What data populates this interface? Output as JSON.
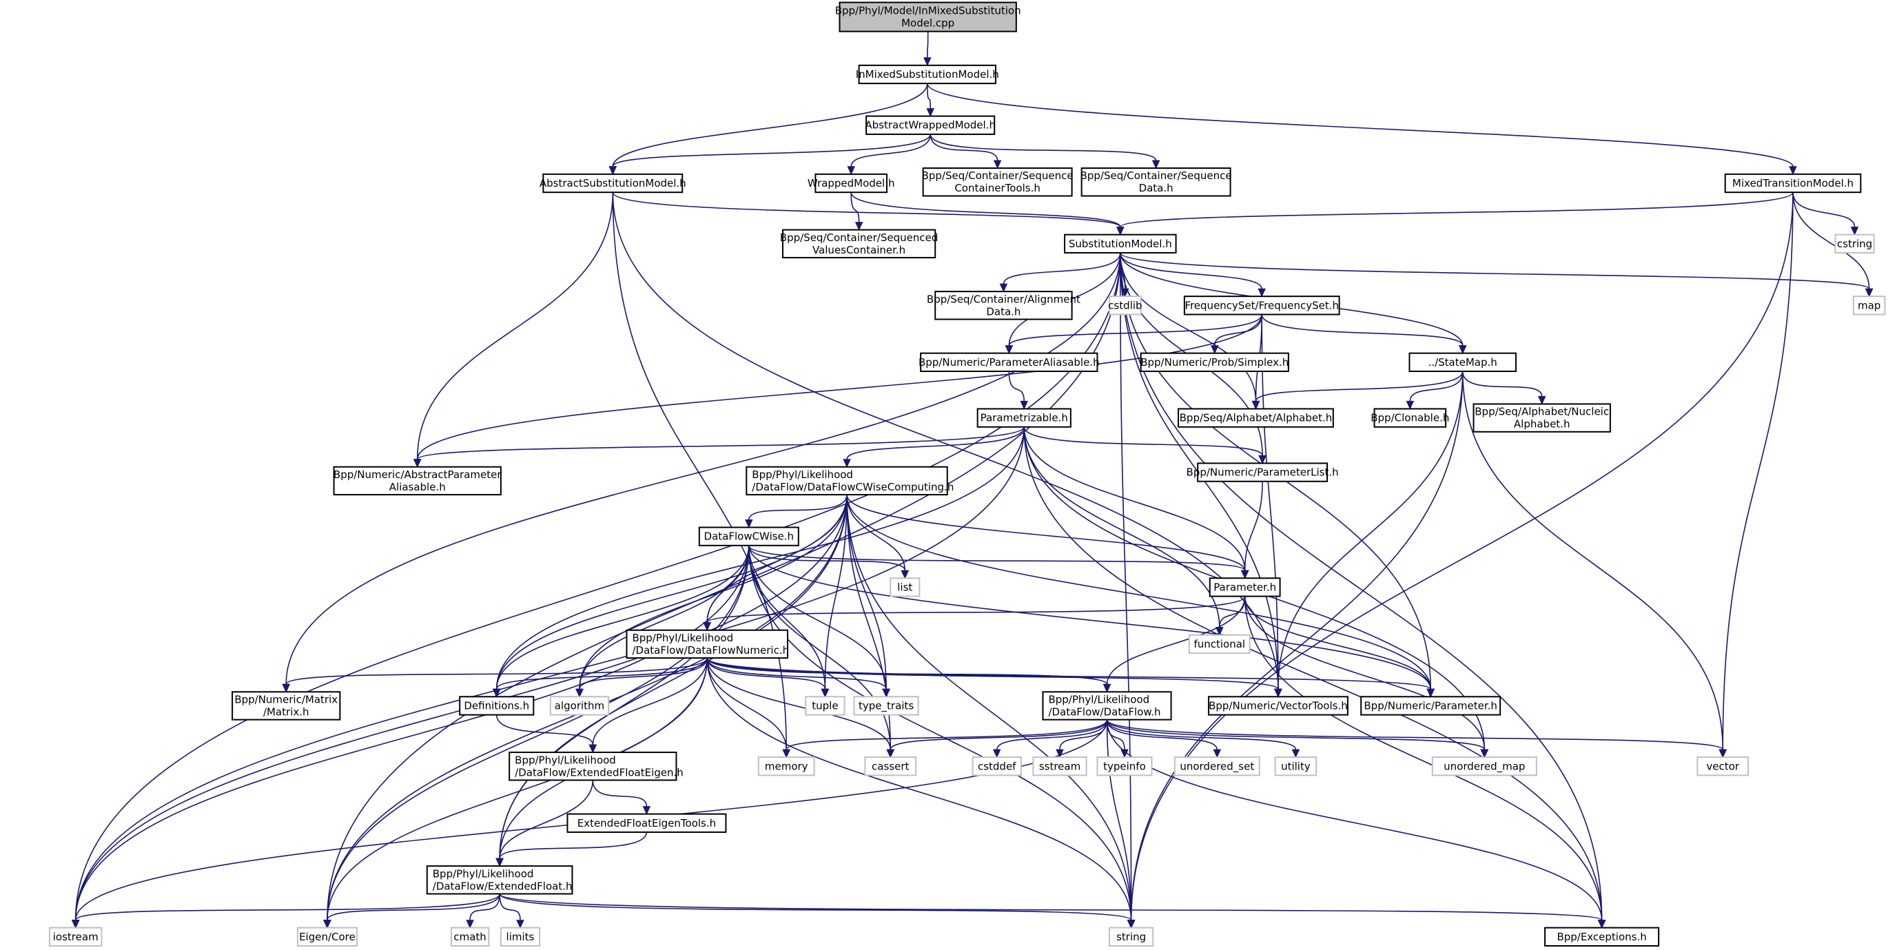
{
  "title": "Bpp/Phyl/Model/InMixedSubstitutionModel.cpp",
  "colors": {
    "edge": "#191970",
    "root_fill": "#bfbfbf",
    "project_border": "#000000",
    "system_border": "#bfbfbf"
  },
  "nodes": [
    {
      "id": "root",
      "kind": "root",
      "lines": [
        "Bpp/Phyl/Model/InMixedSubstitution",
        "Model.cpp"
      ]
    },
    {
      "id": "inmixed",
      "kind": "proj",
      "lines": [
        "InMixedSubstitutionModel.h"
      ]
    },
    {
      "id": "abswrapped",
      "kind": "proj",
      "lines": [
        "AbstractWrappedModel.h"
      ]
    },
    {
      "id": "abssubst",
      "kind": "proj",
      "lines": [
        "AbstractSubstitutionModel.h"
      ]
    },
    {
      "id": "wrapped",
      "kind": "proj",
      "lines": [
        "WrappedModel.h"
      ]
    },
    {
      "id": "seqcontools",
      "kind": "proj",
      "lines": [
        "Bpp/Seq/Container/Sequence",
        "ContainerTools.h"
      ]
    },
    {
      "id": "seqdata",
      "kind": "proj",
      "lines": [
        "Bpp/Seq/Container/Sequence",
        "Data.h"
      ]
    },
    {
      "id": "mixedtrans",
      "kind": "proj",
      "lines": [
        "MixedTransitionModel.h"
      ]
    },
    {
      "id": "seqvalues",
      "kind": "proj",
      "lines": [
        "Bpp/Seq/Container/Sequenced",
        "ValuesContainer.h"
      ]
    },
    {
      "id": "substmodel",
      "kind": "proj",
      "lines": [
        "SubstitutionModel.h"
      ]
    },
    {
      "id": "cstring",
      "kind": "sys",
      "lines": [
        "cstring"
      ]
    },
    {
      "id": "map",
      "kind": "sys",
      "lines": [
        "map"
      ]
    },
    {
      "id": "aligndata",
      "kind": "proj",
      "lines": [
        "Bpp/Seq/Container/Alignment",
        "Data.h"
      ]
    },
    {
      "id": "cstdlib",
      "kind": "sys",
      "lines": [
        "cstdlib"
      ]
    },
    {
      "id": "freqset",
      "kind": "proj",
      "lines": [
        "FrequencySet/FrequencySet.h"
      ]
    },
    {
      "id": "paramalias",
      "kind": "proj",
      "lines": [
        "Bpp/Numeric/ParameterAliasable.h"
      ]
    },
    {
      "id": "simplex",
      "kind": "proj",
      "lines": [
        "Bpp/Numeric/Prob/Simplex.h"
      ]
    },
    {
      "id": "statemap",
      "kind": "proj",
      "lines": [
        "../StateMap.h"
      ]
    },
    {
      "id": "parametrizable",
      "kind": "proj",
      "lines": [
        "Parametrizable.h"
      ]
    },
    {
      "id": "alphabet",
      "kind": "proj",
      "lines": [
        "Bpp/Seq/Alphabet/Alphabet.h"
      ]
    },
    {
      "id": "clonable",
      "kind": "proj",
      "lines": [
        "Bpp/Clonable.h"
      ]
    },
    {
      "id": "nucalpha",
      "kind": "proj",
      "lines": [
        "Bpp/Seq/Alphabet/Nucleic",
        "Alphabet.h"
      ]
    },
    {
      "id": "absparamalias",
      "kind": "proj",
      "lines": [
        "Bpp/Numeric/AbstractParameter",
        "Aliasable.h"
      ]
    },
    {
      "id": "dfcwisecomp",
      "kind": "proj",
      "lines": [
        "Bpp/Phyl/Likelihood",
        "/DataFlow/DataFlowCWiseComputing.h"
      ],
      "align": "left"
    },
    {
      "id": "paramlist",
      "kind": "proj",
      "lines": [
        "Bpp/Numeric/ParameterList.h"
      ]
    },
    {
      "id": "dfcwise",
      "kind": "proj",
      "lines": [
        "DataFlowCWise.h"
      ]
    },
    {
      "id": "list",
      "kind": "sys",
      "lines": [
        "list"
      ]
    },
    {
      "id": "parameter",
      "kind": "proj",
      "lines": [
        "Parameter.h"
      ]
    },
    {
      "id": "functional",
      "kind": "sys",
      "lines": [
        "functional"
      ]
    },
    {
      "id": "dfnumeric",
      "kind": "proj",
      "lines": [
        "Bpp/Phyl/Likelihood",
        "/DataFlow/DataFlowNumeric.h"
      ],
      "align": "left"
    },
    {
      "id": "matrix",
      "kind": "proj",
      "lines": [
        "Bpp/Numeric/Matrix",
        "/Matrix.h"
      ]
    },
    {
      "id": "definitions",
      "kind": "proj",
      "lines": [
        "Definitions.h"
      ]
    },
    {
      "id": "algorithm",
      "kind": "sys",
      "lines": [
        "algorithm"
      ]
    },
    {
      "id": "tuple",
      "kind": "sys",
      "lines": [
        "tuple"
      ]
    },
    {
      "id": "typetraits",
      "kind": "sys",
      "lines": [
        "type_traits"
      ]
    },
    {
      "id": "dataflow",
      "kind": "proj",
      "lines": [
        "Bpp/Phyl/Likelihood",
        "/DataFlow/DataFlow.h"
      ],
      "align": "left"
    },
    {
      "id": "vectortools",
      "kind": "proj",
      "lines": [
        "Bpp/Numeric/VectorTools.h"
      ]
    },
    {
      "id": "numparameter",
      "kind": "proj",
      "lines": [
        "Bpp/Numeric/Parameter.h"
      ]
    },
    {
      "id": "memory",
      "kind": "sys",
      "lines": [
        "memory"
      ]
    },
    {
      "id": "cassert",
      "kind": "sys",
      "lines": [
        "cassert"
      ]
    },
    {
      "id": "cstddef",
      "kind": "sys",
      "lines": [
        "cstddef"
      ]
    },
    {
      "id": "sstream",
      "kind": "sys",
      "lines": [
        "sstream"
      ]
    },
    {
      "id": "typeinfo",
      "kind": "sys",
      "lines": [
        "typeinfo"
      ]
    },
    {
      "id": "unordset",
      "kind": "sys",
      "lines": [
        "unordered_set"
      ]
    },
    {
      "id": "utility",
      "kind": "sys",
      "lines": [
        "utility"
      ]
    },
    {
      "id": "unordmap",
      "kind": "sys",
      "lines": [
        "unordered_map"
      ]
    },
    {
      "id": "vector",
      "kind": "sys",
      "lines": [
        "vector"
      ]
    },
    {
      "id": "extfloateigen",
      "kind": "proj",
      "lines": [
        "Bpp/Phyl/Likelihood",
        "/DataFlow/ExtendedFloatEigen.h"
      ],
      "align": "left"
    },
    {
      "id": "extfloateigtools",
      "kind": "proj",
      "lines": [
        "ExtendedFloatEigenTools.h"
      ]
    },
    {
      "id": "extfloat",
      "kind": "proj",
      "lines": [
        "Bpp/Phyl/Likelihood",
        "/DataFlow/ExtendedFloat.h"
      ],
      "align": "left"
    },
    {
      "id": "iostream",
      "kind": "sys",
      "lines": [
        "iostream"
      ]
    },
    {
      "id": "eigencore",
      "kind": "sys",
      "lines": [
        "Eigen/Core"
      ]
    },
    {
      "id": "cmath",
      "kind": "sys",
      "lines": [
        "cmath"
      ]
    },
    {
      "id": "limits",
      "kind": "sys",
      "lines": [
        "limits"
      ]
    },
    {
      "id": "string",
      "kind": "sys",
      "lines": [
        "string"
      ]
    },
    {
      "id": "exceptions",
      "kind": "proj",
      "lines": [
        "Bpp/Exceptions.h"
      ]
    }
  ],
  "edges": [
    [
      "root",
      "inmixed"
    ],
    [
      "inmixed",
      "abswrapped"
    ],
    [
      "inmixed",
      "abssubst"
    ],
    [
      "inmixed",
      "mixedtrans"
    ],
    [
      "abswrapped",
      "abssubst"
    ],
    [
      "abswrapped",
      "wrapped"
    ],
    [
      "abswrapped",
      "seqcontools"
    ],
    [
      "abswrapped",
      "seqdata"
    ],
    [
      "abssubst",
      "substmodel"
    ],
    [
      "abssubst",
      "absparamalias"
    ],
    [
      "abssubst",
      "memory"
    ],
    [
      "abssubst",
      "vectortools"
    ],
    [
      "wrapped",
      "seqvalues"
    ],
    [
      "wrapped",
      "substmodel"
    ],
    [
      "mixedtrans",
      "substmodel"
    ],
    [
      "mixedtrans",
      "cstring"
    ],
    [
      "mixedtrans",
      "map"
    ],
    [
      "mixedtrans",
      "vector"
    ],
    [
      "mixedtrans",
      "string"
    ],
    [
      "substmodel",
      "aligndata"
    ],
    [
      "substmodel",
      "cstdlib"
    ],
    [
      "substmodel",
      "freqset"
    ],
    [
      "substmodel",
      "paramalias"
    ],
    [
      "substmodel",
      "statemap"
    ],
    [
      "substmodel",
      "map"
    ],
    [
      "substmodel",
      "alphabet"
    ],
    [
      "substmodel",
      "matrix"
    ],
    [
      "substmodel",
      "vectortools"
    ],
    [
      "substmodel",
      "numparameter"
    ],
    [
      "substmodel",
      "iostream"
    ],
    [
      "substmodel",
      "eigencore"
    ],
    [
      "substmodel",
      "string"
    ],
    [
      "substmodel",
      "exceptions"
    ],
    [
      "substmodel",
      "paramlist"
    ],
    [
      "freqset",
      "paramalias"
    ],
    [
      "freqset",
      "simplex"
    ],
    [
      "freqset",
      "statemap"
    ],
    [
      "freqset",
      "alphabet"
    ],
    [
      "freqset",
      "absparamalias"
    ],
    [
      "freqset",
      "vectortools"
    ],
    [
      "paramalias",
      "parametrizable"
    ],
    [
      "statemap",
      "alphabet"
    ],
    [
      "statemap",
      "clonable"
    ],
    [
      "statemap",
      "nucalpha"
    ],
    [
      "statemap",
      "vector"
    ],
    [
      "statemap",
      "string"
    ],
    [
      "statemap",
      "vectortools"
    ],
    [
      "parametrizable",
      "absparamalias"
    ],
    [
      "parametrizable",
      "dfcwisecomp"
    ],
    [
      "parametrizable",
      "paramlist"
    ],
    [
      "parametrizable",
      "parameter"
    ],
    [
      "parametrizable",
      "definitions"
    ],
    [
      "parametrizable",
      "functional"
    ],
    [
      "parametrizable",
      "unordmap"
    ],
    [
      "parametrizable",
      "exceptions"
    ],
    [
      "parametrizable",
      "iostream"
    ],
    [
      "paramlist",
      "parameter"
    ],
    [
      "dfcwisecomp",
      "dfcwise"
    ],
    [
      "dfcwisecomp",
      "list"
    ],
    [
      "dfcwisecomp",
      "dfnumeric"
    ],
    [
      "dfcwisecomp",
      "definitions"
    ],
    [
      "dfcwisecomp",
      "algorithm"
    ],
    [
      "dfcwisecomp",
      "tuple"
    ],
    [
      "dfcwisecomp",
      "typetraits"
    ],
    [
      "dfcwisecomp",
      "cassert"
    ],
    [
      "dfcwisecomp",
      "parameter"
    ],
    [
      "dfcwisecomp",
      "numparameter"
    ],
    [
      "dfcwisecomp",
      "iostream"
    ],
    [
      "dfcwisecomp",
      "eigencore"
    ],
    [
      "dfcwisecomp",
      "extfloat"
    ],
    [
      "dfcwisecomp",
      "string"
    ],
    [
      "dfcwise",
      "list"
    ],
    [
      "dfcwise",
      "parameter"
    ],
    [
      "dfcwise",
      "dfnumeric"
    ],
    [
      "dfcwise",
      "definitions"
    ],
    [
      "dfcwise",
      "algorithm"
    ],
    [
      "dfcwise",
      "tuple"
    ],
    [
      "dfcwise",
      "typetraits"
    ],
    [
      "dfcwise",
      "cassert"
    ],
    [
      "dfcwise",
      "numparameter"
    ],
    [
      "dfcwise",
      "iostream"
    ],
    [
      "dfcwise",
      "eigencore"
    ],
    [
      "dfcwise",
      "extfloat"
    ],
    [
      "dfcwise",
      "string"
    ],
    [
      "parameter",
      "dfnumeric"
    ],
    [
      "parameter",
      "functional"
    ],
    [
      "parameter",
      "numparameter"
    ],
    [
      "parameter",
      "dataflow"
    ],
    [
      "parameter",
      "unordmap"
    ],
    [
      "parameter",
      "exceptions"
    ],
    [
      "dfnumeric",
      "matrix"
    ],
    [
      "dfnumeric",
      "definitions"
    ],
    [
      "dfnumeric",
      "algorithm"
    ],
    [
      "dfnumeric",
      "tuple"
    ],
    [
      "dfnumeric",
      "typetraits"
    ],
    [
      "dfnumeric",
      "dataflow"
    ],
    [
      "dfnumeric",
      "vectortools"
    ],
    [
      "dfnumeric",
      "numparameter"
    ],
    [
      "dfnumeric",
      "cassert"
    ],
    [
      "dfnumeric",
      "extfloateigen"
    ],
    [
      "dfnumeric",
      "extfloat"
    ],
    [
      "dfnumeric",
      "eigencore"
    ],
    [
      "dfnumeric",
      "string"
    ],
    [
      "dfnumeric",
      "memory"
    ],
    [
      "definitions",
      "extfloateigen"
    ],
    [
      "dataflow",
      "memory"
    ],
    [
      "dataflow",
      "cassert"
    ],
    [
      "dataflow",
      "cstddef"
    ],
    [
      "dataflow",
      "sstream"
    ],
    [
      "dataflow",
      "typeinfo"
    ],
    [
      "dataflow",
      "unordset"
    ],
    [
      "dataflow",
      "utility"
    ],
    [
      "dataflow",
      "unordmap"
    ],
    [
      "dataflow",
      "vector"
    ],
    [
      "dataflow",
      "string"
    ],
    [
      "dataflow",
      "exceptions"
    ],
    [
      "dataflow",
      "iostream"
    ],
    [
      "extfloateigen",
      "extfloateigtools"
    ],
    [
      "extfloateigen",
      "extfloat"
    ],
    [
      "extfloateigtools",
      "extfloat"
    ],
    [
      "extfloat",
      "iostream"
    ],
    [
      "extfloat",
      "eigencore"
    ],
    [
      "extfloat",
      "cmath"
    ],
    [
      "extfloat",
      "limits"
    ],
    [
      "extfloat",
      "string"
    ],
    [
      "extfloat",
      "exceptions"
    ]
  ]
}
